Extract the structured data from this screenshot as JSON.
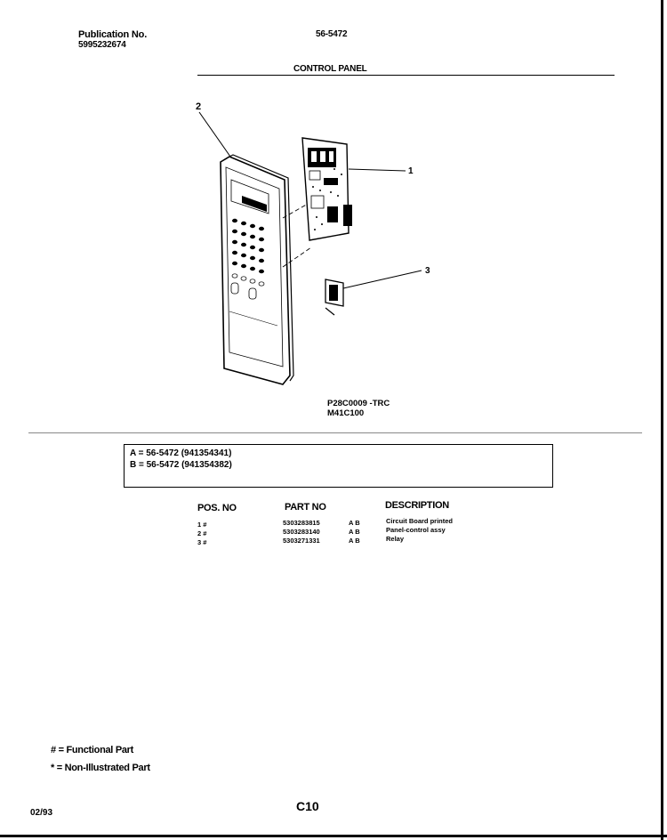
{
  "header": {
    "publication_label": "Publication No.",
    "publication_number": "5995232674",
    "model": "56-5472",
    "section_title": "CONTROL PANEL"
  },
  "diagram": {
    "callouts": [
      "1",
      "2",
      "3"
    ],
    "drawing_codes": [
      "P28C0009 -TRC",
      "M41C100"
    ]
  },
  "variants": [
    "A = 56-5472 (941354341)",
    "B = 56-5472 (941354382)"
  ],
  "parts_table": {
    "headers": [
      "POS. NO",
      "PART NO",
      "DESCRIPTION"
    ],
    "rows": [
      {
        "pos": "1 #",
        "part_no": "5303283815",
        "models": "A  B",
        "description": "Circuit Board printed"
      },
      {
        "pos": "2 #",
        "part_no": "5303283140",
        "models": "A  B",
        "description": "Panel-control assy"
      },
      {
        "pos": "3 #",
        "part_no": "5303271331",
        "models": "A  B",
        "description": "Relay"
      }
    ]
  },
  "footnotes": {
    "functional": "# = Functional Part",
    "non_illustrated": "* = Non-Illustrated Part"
  },
  "footer": {
    "date": "02/93",
    "page": "C10"
  }
}
